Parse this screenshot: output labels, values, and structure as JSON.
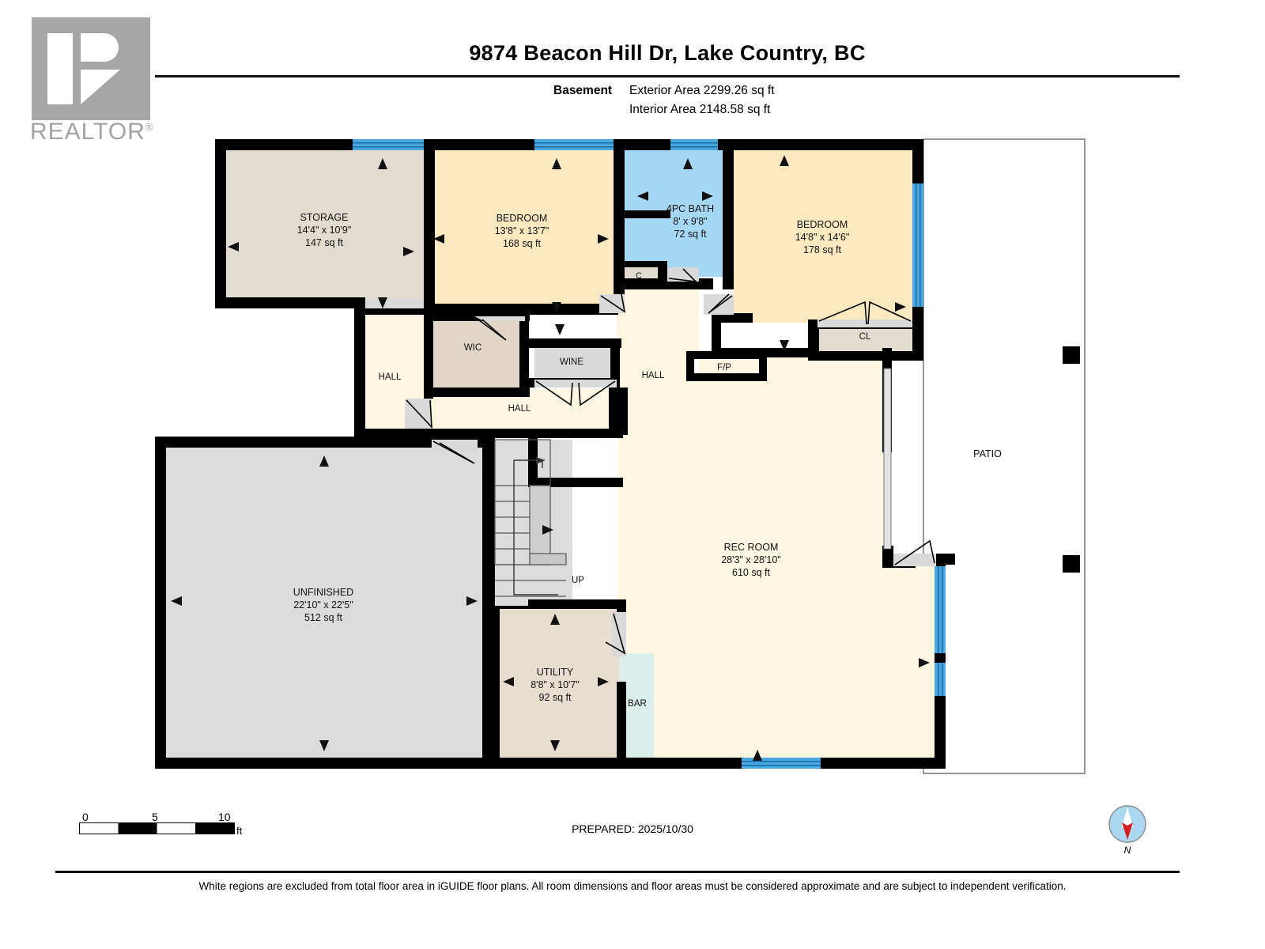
{
  "logo": {
    "name": "realtor-logo",
    "word": "REALTOR",
    "registered": "®"
  },
  "header": {
    "title": "9874 Beacon Hill Dr, Lake Country, BC",
    "level_label": "Basement",
    "exterior_area": "Exterior Area 2299.26 sq ft",
    "interior_area": "Interior Area 2148.58 sq ft"
  },
  "rooms": [
    {
      "key": "storage",
      "name": "STORAGE",
      "dims": "14'4\" x 10'9\"",
      "area": "147 sq ft",
      "fill": "#e2dcd0"
    },
    {
      "key": "bedroom1",
      "name": "BEDROOM",
      "dims": "13'8\" x 13'7\"",
      "area": "168 sq ft",
      "fill": "#fce9c0"
    },
    {
      "key": "bath",
      "name": "4PC BATH",
      "dims": "8' x 9'8\"",
      "area": "72 sq ft",
      "fill": "#a5d8f5"
    },
    {
      "key": "bedroom2",
      "name": "BEDROOM",
      "dims": "14'8\" x 14'6\"",
      "area": "178 sq ft",
      "fill": "#fce9c0"
    },
    {
      "key": "recroom",
      "name": "REC ROOM",
      "dims": "28'3\" x 28'10\"",
      "area": "610 sq ft",
      "fill": "#fdf6e0"
    },
    {
      "key": "unfinished",
      "name": "UNFINISHED",
      "dims": "22'10\" x 22'5\"",
      "area": "512 sq ft",
      "fill": "#dcdcdc"
    },
    {
      "key": "utility",
      "name": "UTILITY",
      "dims": "8'8\" x 10'7\"",
      "area": "92 sq ft",
      "fill": "#e7ded0"
    }
  ],
  "small_rooms": [
    {
      "key": "closet-c",
      "name": "C",
      "fill": "#e2dcd0"
    },
    {
      "key": "wic",
      "name": "WIC",
      "fill": "#e0d5c6"
    },
    {
      "key": "wine",
      "name": "WINE",
      "fill": "#d9d9d9"
    },
    {
      "key": "cl",
      "name": "CL",
      "fill": "#e2dcd0"
    },
    {
      "key": "fp",
      "name": "F/P",
      "fill": "#ffffff"
    },
    {
      "key": "bar",
      "name": "BAR",
      "fill": "#daeeea"
    },
    {
      "key": "patio",
      "name": "PATIO",
      "fill": "#ffffff"
    }
  ],
  "halls": [
    {
      "key": "hall-left",
      "name": "HALL"
    },
    {
      "key": "hall-center",
      "name": "HALL"
    },
    {
      "key": "hall-right",
      "name": "HALL"
    }
  ],
  "stairs": {
    "label": "UP"
  },
  "scale": {
    "t0": "0",
    "t5": "5",
    "t10": "10",
    "unit": "ft"
  },
  "prepared": "PREPARED: 2025/10/30",
  "compass": {
    "label": "N"
  },
  "footer": {
    "note": "White regions are excluded from total floor area in iGUIDE floor plans. All room dimensions and floor areas must be considered approximate and are subject to independent verification."
  },
  "colors": {
    "wall": "#000000",
    "window": "#4aa8e0",
    "door_swing": "#d9d9d9",
    "warm_fill": "#fce9c0",
    "rec_fill": "#fdf6e0",
    "gray_fill": "#dcdcdc",
    "bath_fill": "#a5d8f5",
    "tan_fill": "#e2dcd0",
    "logo_gray": "#a6a6a6"
  }
}
